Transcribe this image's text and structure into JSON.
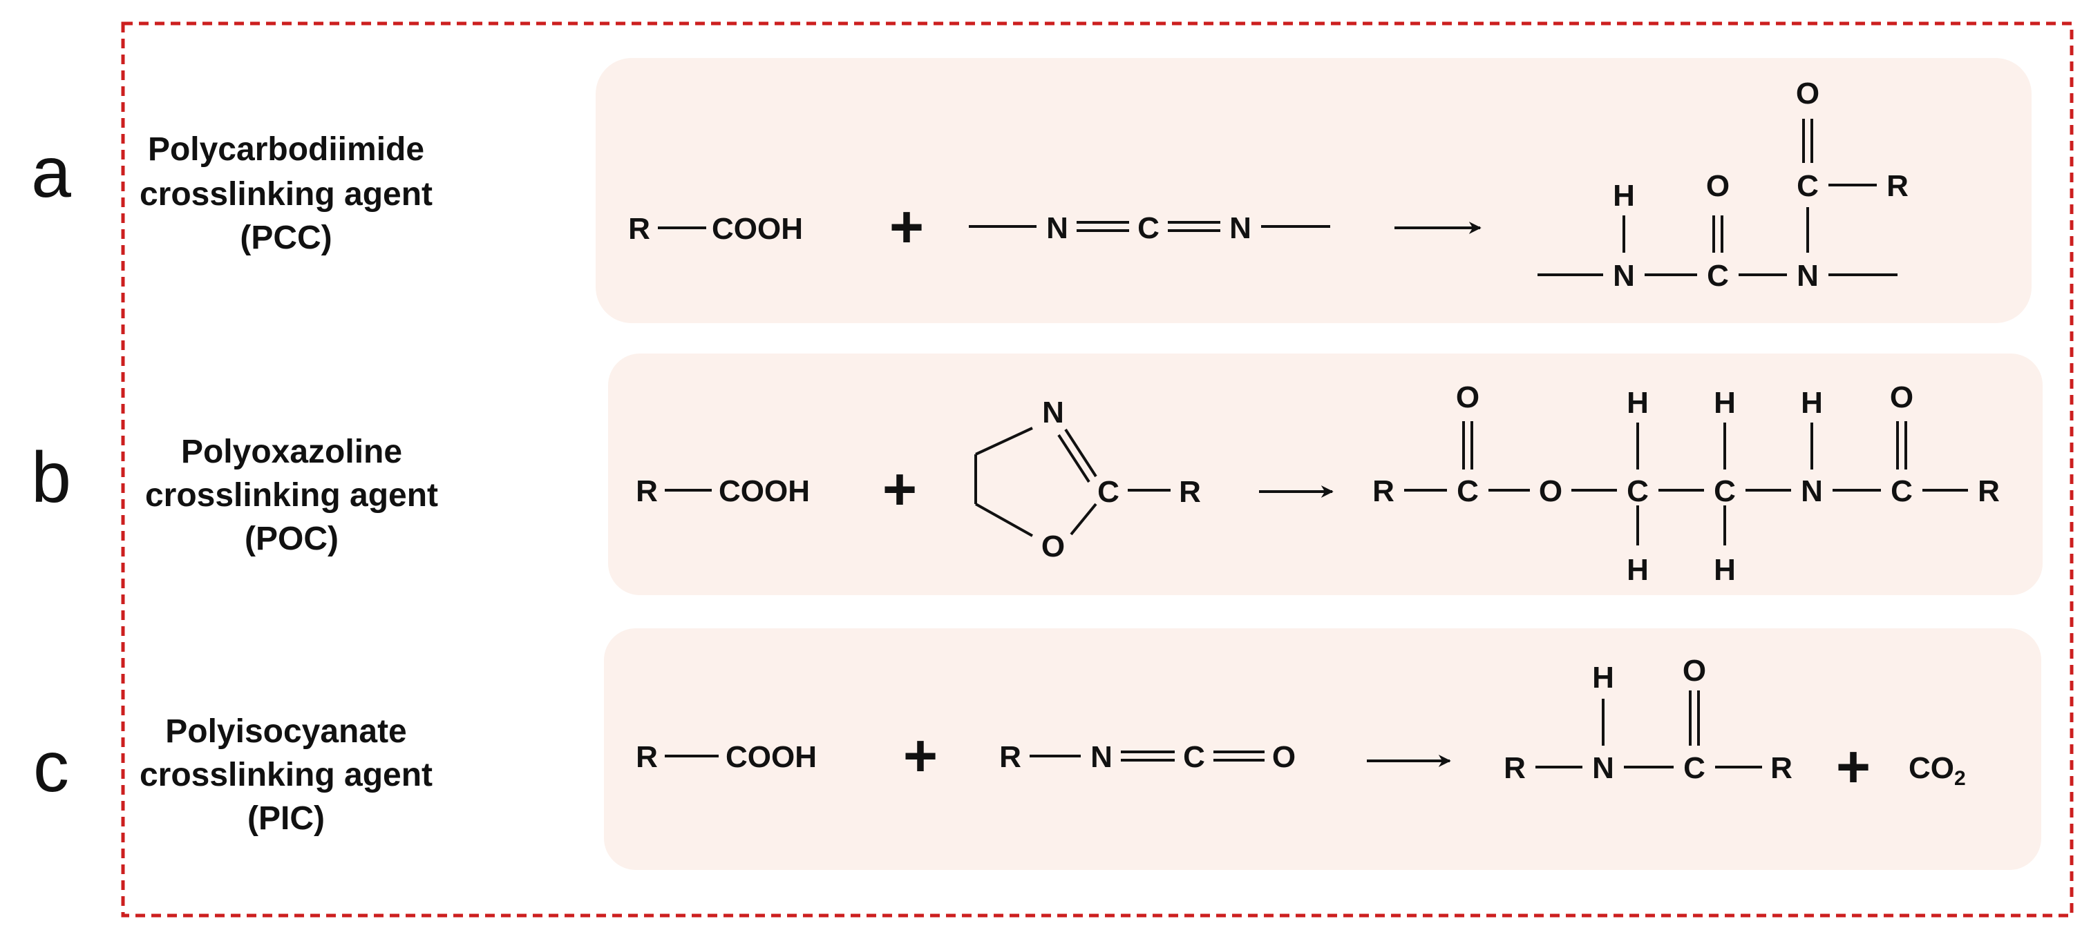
{
  "colors": {
    "frame": "#cc1f1f",
    "panel_fill": "#fcf1ec",
    "ink": "#111111"
  },
  "rows": [
    {
      "letter": "a",
      "agent_lines": [
        "Polycarbodiimide",
        "crosslinking agent",
        "(PCC)"
      ],
      "reactant1": {
        "r": "R",
        "group": "COOH"
      },
      "plus": "+",
      "reagent": {
        "n1": "N",
        "c": "C",
        "n2": "N"
      },
      "product": {
        "h": "H",
        "n1": "N",
        "c1": "C",
        "o1": "O",
        "n2": "N",
        "c2": "C",
        "o2": "O",
        "r": "R"
      }
    },
    {
      "letter": "b",
      "agent_lines": [
        "Polyoxazoline",
        "crosslinking agent",
        "(POC)"
      ],
      "reactant1": {
        "r": "R",
        "group": "COOH"
      },
      "plus": "+",
      "reagent": {
        "n": "N",
        "c": "C",
        "o": "O",
        "r": "R"
      },
      "product": {
        "r1": "R",
        "c1": "C",
        "o1": "O",
        "o_link": "O",
        "c2": "C",
        "c2_h_top": "H",
        "c2_h_bottom": "H",
        "c3": "C",
        "c3_h_top": "H",
        "c3_h_bottom": "H",
        "n": "N",
        "n_h": "H",
        "c4": "C",
        "o4": "O",
        "r2": "R"
      }
    },
    {
      "letter": "c",
      "agent_lines": [
        "Polyisocyanate",
        "crosslinking agent",
        "(PIC)"
      ],
      "reactant1": {
        "r": "R",
        "group": "COOH"
      },
      "plus": "+",
      "reagent": {
        "r": "R",
        "n": "N",
        "c": "C",
        "o": "O"
      },
      "product": {
        "r1": "R",
        "n": "N",
        "h": "H",
        "c": "C",
        "o": "O",
        "r2": "R"
      },
      "plus2": "+",
      "byproduct": {
        "co": "CO",
        "sub": "2"
      }
    }
  ]
}
